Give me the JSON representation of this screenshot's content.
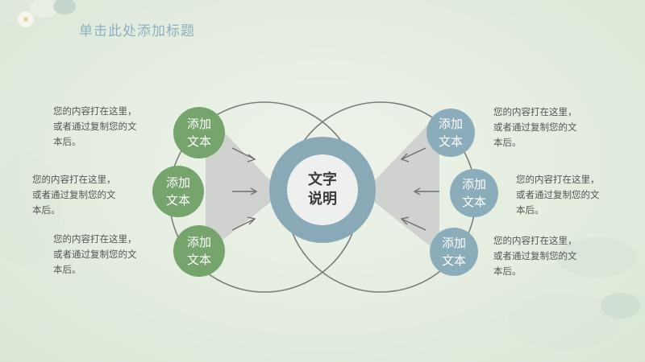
{
  "slide": {
    "title": "单击此处添加标题"
  },
  "center": {
    "line1": "文字",
    "line2": "说明"
  },
  "nodes_left": [
    {
      "line1": "添加",
      "line2": "文本"
    },
    {
      "line1": "添加",
      "line2": "文本"
    },
    {
      "line1": "添加",
      "line2": "文本"
    }
  ],
  "nodes_right": [
    {
      "line1": "添加",
      "line2": "文本"
    },
    {
      "line1": "添加",
      "line2": "文本"
    },
    {
      "line1": "添加",
      "line2": "文本"
    }
  ],
  "desc_left": [
    {
      "line1": "您的内容打在这里，",
      "line2": "或者通过复制您的文",
      "line3": "本后。"
    },
    {
      "line1": "您的内容打在这里，",
      "line2": "或者通过复制您的文",
      "line3": "本后。"
    },
    {
      "line1": "您的内容打在这里，",
      "line2": "或者通过复制您的文",
      "line3": "本后。"
    }
  ],
  "desc_right": [
    {
      "line1": "您的内容打在这里，",
      "line2": "或者通过复制您的文",
      "line3": "本后。"
    },
    {
      "line1": "您的内容打在这里，",
      "line2": "或者通过复制您的文",
      "line3": "本后。"
    },
    {
      "line1": "您的内容打在这里，",
      "line2": "或者通过复制您的文",
      "line3": "本后。"
    }
  ],
  "colors": {
    "green": "#75a46c",
    "blue": "#8badbb",
    "center_ring": "#8aa9b6",
    "center_fill": "#eef0ee",
    "wedge": "#cfd2cf",
    "outline": "#7a7f7a",
    "arrow": "#6f6f6f"
  }
}
